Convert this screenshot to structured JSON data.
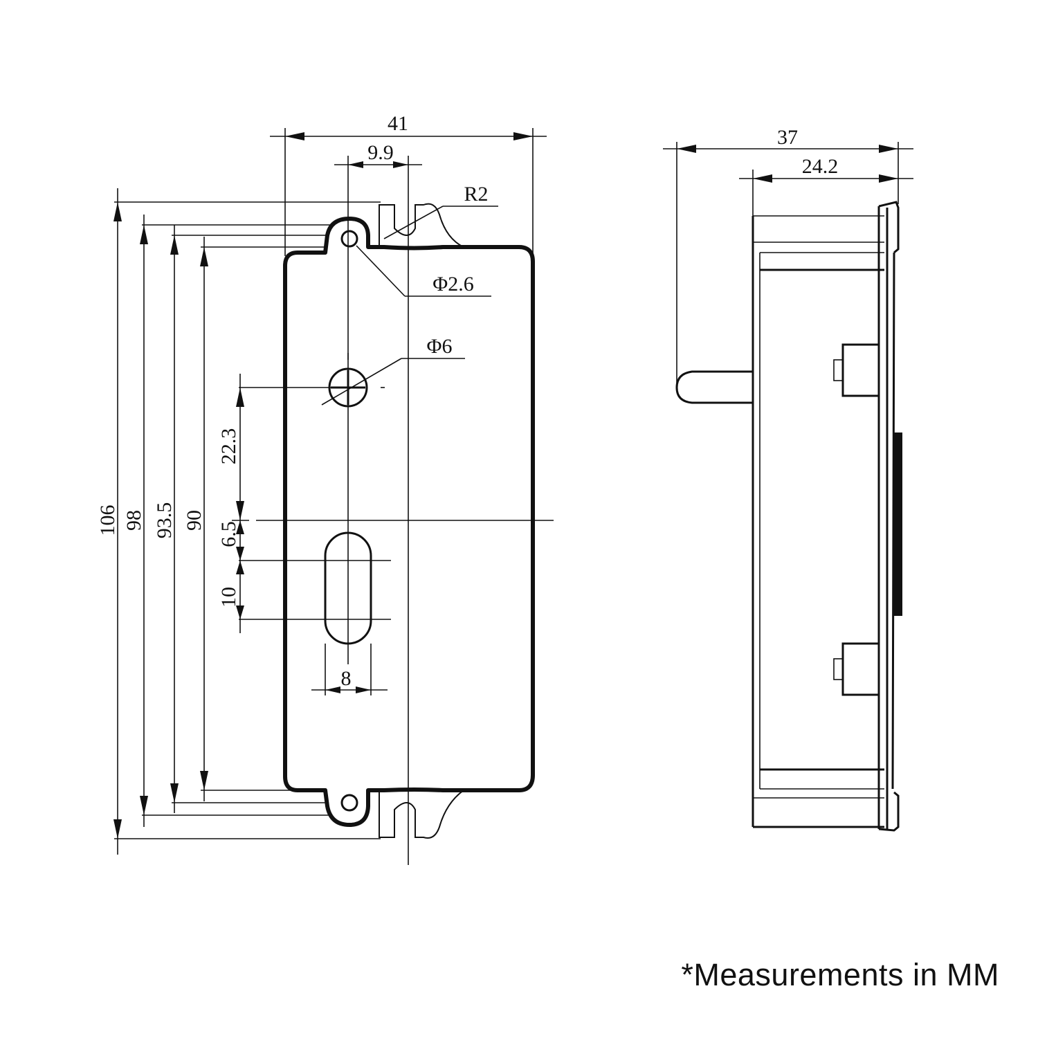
{
  "front_view": {
    "dims": {
      "width": "41",
      "hole_offset": "9.9",
      "radius": "R2",
      "small_hole": "Φ2.6",
      "large_hole": "Φ6",
      "h106": "106",
      "h98": "98",
      "h93_5": "93.5",
      "h90": "90",
      "v22_3": "22.3",
      "v6_5": "6.5",
      "v10": "10",
      "slot_width": "8"
    }
  },
  "side_view": {
    "dims": {
      "depth": "37",
      "body_depth": "24.2"
    }
  },
  "footnote": "*Measurements in MM"
}
